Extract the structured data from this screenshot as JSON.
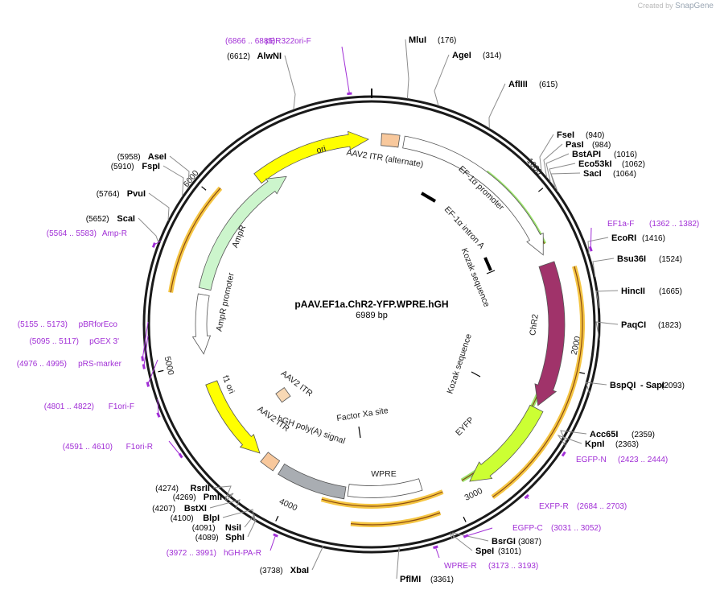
{
  "watermark": {
    "prefix": "Created by",
    "brand": "SnapGene"
  },
  "plasmid": {
    "name": "pAAV.EF1a.ChR2-YFP.WPRE.hGH",
    "size_label": "6989 bp",
    "length": 6989
  },
  "ring_ticks": [
    "1000",
    "2000",
    "3000",
    "4000",
    "5000",
    "6000"
  ],
  "restriction_sites": [
    {
      "name": "MluI",
      "pos": "(176)"
    },
    {
      "name": "AgeI",
      "pos": "(314)"
    },
    {
      "name": "AflIII",
      "pos": "(615)"
    },
    {
      "name": "FseI",
      "pos": "(940)"
    },
    {
      "name": "PasI",
      "pos": "(984)"
    },
    {
      "name": "BstAPI",
      "pos": "(1016)"
    },
    {
      "name": "Eco53kI",
      "pos": "(1062)"
    },
    {
      "name": "SacI",
      "pos": "(1064)"
    },
    {
      "name": "EcoRI",
      "pos": "(1416)"
    },
    {
      "name": "Bsu36I",
      "pos": "(1524)"
    },
    {
      "name": "HincII",
      "pos": "(1665)"
    },
    {
      "name": "PaqCI",
      "pos": "(1823)"
    },
    {
      "name": "BspQI",
      "extra": " - SapI",
      "pos": "(2093)"
    },
    {
      "name": "Acc65I",
      "pos": "(2359)"
    },
    {
      "name": "KpnI",
      "pos": "(2363)"
    },
    {
      "name": "BsrGI",
      "pos": "(3087)"
    },
    {
      "name": "SpeI",
      "pos": "(3101)"
    },
    {
      "name": "PflMI",
      "pos": "(3361)"
    },
    {
      "name": "XbaI",
      "pos": "(3738)"
    },
    {
      "name": "SphI",
      "pos": "(4089)"
    },
    {
      "name": "NsiI",
      "pos": "(4091)"
    },
    {
      "name": "BlpI",
      "pos": "(4100)"
    },
    {
      "name": "BstXI",
      "pos": "(4207)"
    },
    {
      "name": "PmlI",
      "pos": "(4269)"
    },
    {
      "name": "RsrII",
      "pos": "(4274)"
    },
    {
      "name": "ScaI",
      "pos": "(5652)"
    },
    {
      "name": "PvuI",
      "pos": "(5764)"
    },
    {
      "name": "FspI",
      "pos": "(5910)"
    },
    {
      "name": "AseI",
      "pos": "(5958)"
    },
    {
      "name": "AlwNI",
      "pos": "(6612)"
    }
  ],
  "primers": [
    {
      "name": "pBR322ori-F",
      "range": "(6866 .. 6885)"
    },
    {
      "name": "EF1a-F",
      "range": "(1362 .. 1382)"
    },
    {
      "name": "EGFP-N",
      "range": "(2423 .. 2444)"
    },
    {
      "name": "EXFP-R",
      "range": "(2684 .. 2703)"
    },
    {
      "name": "EGFP-C",
      "range": "(3031 .. 3052)"
    },
    {
      "name": "WPRE-R",
      "range": "(3173 .. 3193)"
    },
    {
      "name": "hGH-PA-R",
      "range": "(3972 .. 3991)"
    },
    {
      "name": "F1ori-R",
      "range": "(4591 .. 4610)"
    },
    {
      "name": "F1ori-F",
      "range": "(4801 .. 4822)"
    },
    {
      "name": "pRS-marker",
      "range": "(4976 .. 4995)"
    },
    {
      "name": "pGEX 3'",
      "range": "(5095 .. 5117)"
    },
    {
      "name": "pBRforEco",
      "range": "(5155 .. 5173)"
    },
    {
      "name": "Amp-R",
      "range": "(5564 .. 5583)"
    }
  ],
  "features": [
    {
      "name": "ori",
      "color": "#ffff00"
    },
    {
      "name": "AAV2 ITR (alternate)",
      "color": "#f8c89c"
    },
    {
      "name": "EF-1α promoter",
      "color": "#ffffff"
    },
    {
      "name": "EF-1α intron A",
      "color": "#000000"
    },
    {
      "name": "Kozak sequence",
      "color": "#000000"
    },
    {
      "name": "ChR2",
      "color": "#a0336a"
    },
    {
      "name": "Kozak sequence",
      "color": "#000000"
    },
    {
      "name": "EYFP",
      "color": "#ccff33"
    },
    {
      "name": "Factor Xa site",
      "color": "#000000"
    },
    {
      "name": "WPRE",
      "color": "#ffffff"
    },
    {
      "name": "hGH poly(A) signal",
      "color": "#a9adb2"
    },
    {
      "name": "AAV2 ITR",
      "color": "#f8c89c"
    },
    {
      "name": "AAV2 ITR",
      "color": "#f8d8b4"
    },
    {
      "name": "f1 ori",
      "color": "#ffff00"
    },
    {
      "name": "AmpR promoter",
      "color": "#ffffff"
    },
    {
      "name": "AmpR",
      "color": "#ccf5cc"
    }
  ],
  "colors": {
    "primer": "#a12fd6",
    "backbone": "#1a1a1a",
    "orange_arc": "#f5c542",
    "green_arc": "#9be36b"
  }
}
